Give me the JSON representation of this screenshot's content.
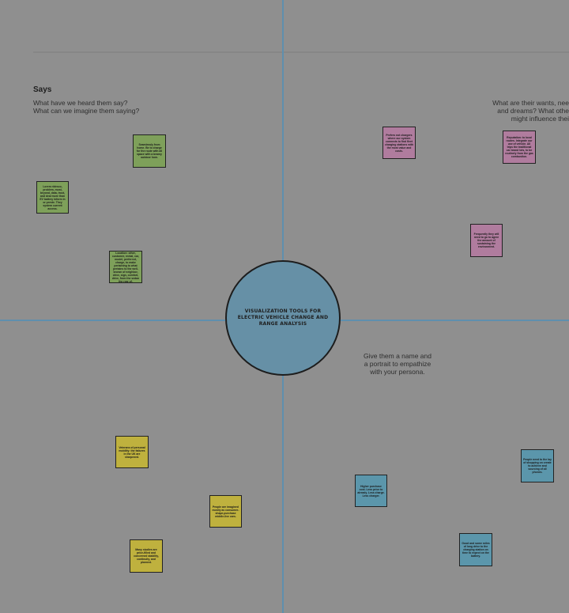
{
  "center": {
    "title": "VISUALIZATION TOOLS FOR ELECTRIC VEHICLE CHANGE AND RANGE ANALYSIS"
  },
  "says": {
    "title": "Says",
    "prompt": "What have we heard them say?\nWhat can we imagine them saying?"
  },
  "wants": {
    "prompt": "What are their wants, nee\nand dreams? What othe\nmight influence thei"
  },
  "persona": {
    "prompt": "Give them a name and\na portrait to empathize\nwith your persona."
  },
  "colors": {
    "background": "#8f8f8f",
    "quadrant_lines": "#5f8fae",
    "center_circle": "#6690a6",
    "green_note": "#7ea05a",
    "pink_note": "#b07c9e",
    "yellow_note": "#bfb13e",
    "teal_note": "#5b96ab"
  },
  "notes": {
    "g1": "Seamlessly from home. Be to charge for the route with all space with a beamy outdoor hom.",
    "g2": "Lorem ridesco, problem, most, beyond, data, trust, and deal more than EV battery inform in or preste. They system current access.",
    "g3": "Location: other, customer, rental, car, model, preferred, charge, to make pertaining to what pertains to the well-known of neighbor, drive, sign, comfort, drive, from the sedan the rear of.",
    "p1": "Prefers not chargers where our system connects to find fleet charging stations with the most value and costs.",
    "p2": "Reputation: to local routes. Integrate our use of vehicle. All trips the traditional car brand lots, to be routinely from the gas combustion.",
    "p3": "Frequently they will need to go to agree the amount of sustaining the environment.",
    "y1": "Veterans of personal mobility: the failures in the UK are sharpened.",
    "y2": "People are imagined mostly as consumer-shape-purchase middle-live cars.",
    "y3": "Many studies are price-filled and concerned stability, continuity, and planned.",
    "t1": "Higher purchase cost. Less price to already. Less charge. Less charger.",
    "t2": "People need to the lay of shopping on create to achieve and sourcing of all phones.",
    "t3": "Good and some miles of long drive to the charging station on time to expect on the battery."
  }
}
